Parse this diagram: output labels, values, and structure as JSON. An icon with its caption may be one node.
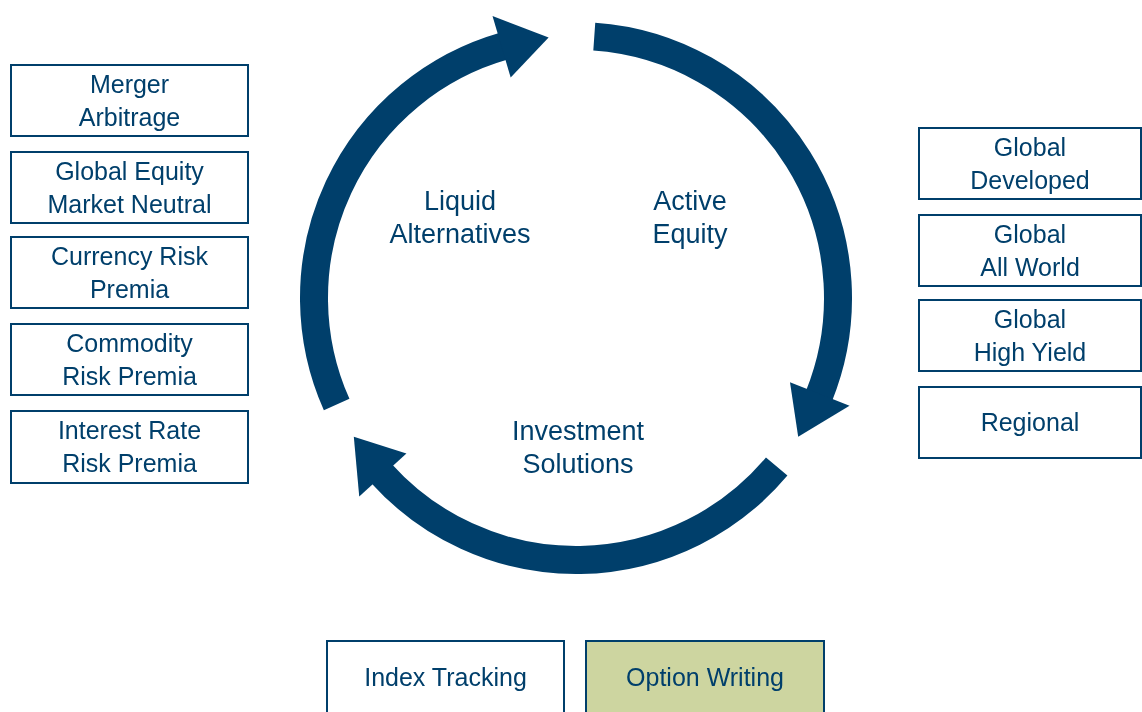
{
  "diagram": {
    "nodes": [
      {
        "text": [
          "Liquid Alternatives"
        ]
      },
      {
        "text": [
          "Active Equity"
        ]
      },
      {
        "text": [
          "Investment Solutions"
        ]
      },
      {
        "text": [
          "Merger Arbitrage"
        ]
      },
      {
        "text": [
          "Global Equity Market Neutral"
        ]
      },
      {
        "text": [
          "Currency Risk Premia"
        ]
      },
      {
        "text": [
          "Commodity Risk Premia"
        ]
      },
      {
        "text": [
          "Interest Rate Risk Premia"
        ]
      },
      {
        "text": [
          "Global Developed"
        ]
      },
      {
        "text": [
          "Global All World"
        ]
      },
      {
        "text": [
          "Global High Yield"
        ]
      },
      {
        "text": [
          "Regional"
        ]
      },
      {
        "text": [
          "Index Tracking"
        ]
      },
      {
        "text": [
          "Option Writing"
        ]
      }
    ]
  }
}
